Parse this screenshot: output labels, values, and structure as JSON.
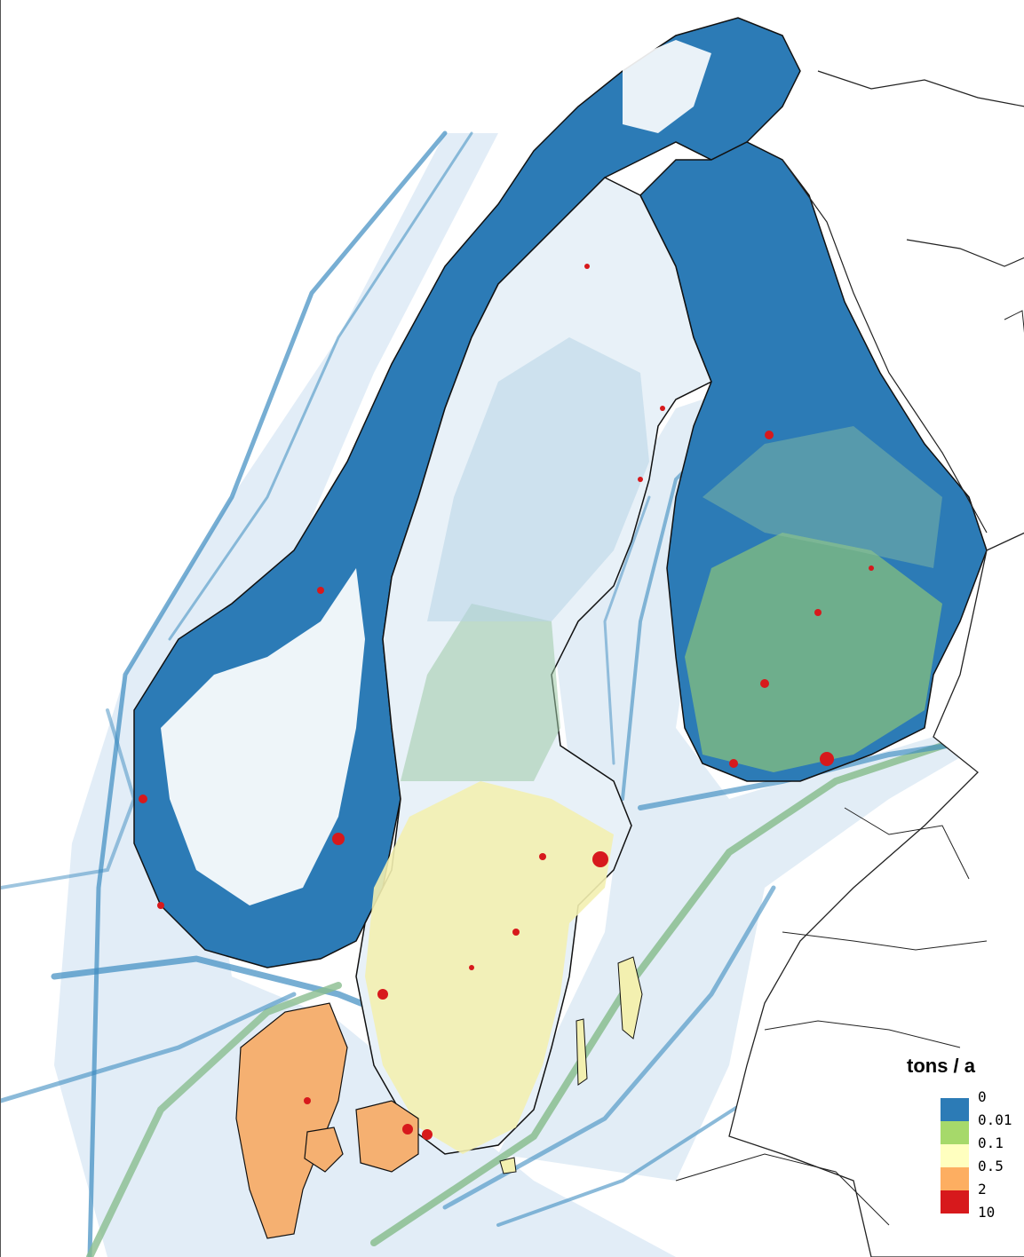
{
  "legend": {
    "title": "tons / a",
    "classes": [
      {
        "label": "0",
        "color": "#ffffff"
      },
      {
        "label": "0.01",
        "color": "#2c7bb6"
      },
      {
        "label": "0.1",
        "color": "#a6d96a"
      },
      {
        "label": "0.5",
        "color": "#ffffbf"
      },
      {
        "label": "2",
        "color": "#fdae61"
      },
      {
        "label": "10",
        "color": "#d7191c"
      }
    ]
  },
  "colors": {
    "low": "#2c7bb6",
    "low_light": "#c6dbef",
    "mid": "#a6d96a",
    "midhigh": "#ffffbf",
    "high": "#fdae61",
    "veryhigh": "#d7191c",
    "border": "#222222"
  }
}
